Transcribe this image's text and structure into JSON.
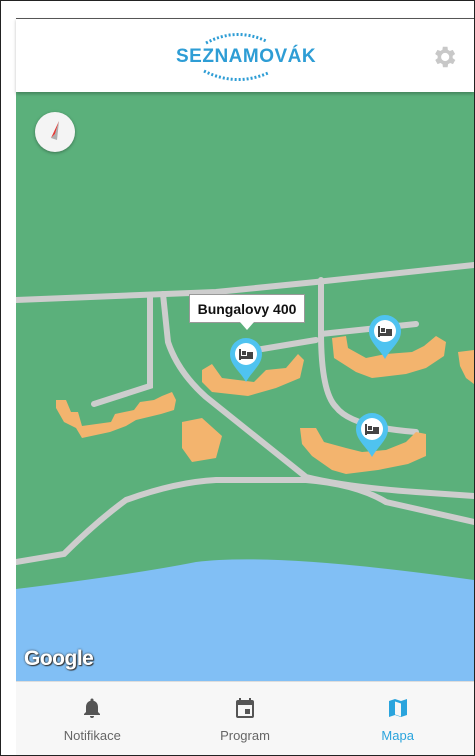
{
  "header": {
    "logo_text": "SEZNAMOVÁK",
    "logo_icon": "seznamovak-logo",
    "settings_icon": "gear-icon"
  },
  "map": {
    "compass_icon": "compass-icon",
    "tooltip_label": "Bungalovy 400",
    "pins": [
      {
        "icon": "bed-icon",
        "selected": true
      },
      {
        "icon": "bed-icon"
      },
      {
        "icon": "bed-icon"
      }
    ],
    "attribution": "Google",
    "colors": {
      "land": "#5bb07b",
      "water": "#81bff5",
      "road": "#cdcdcd",
      "building": "#f3b46e",
      "pin": "#4fc3f0"
    }
  },
  "tabs": [
    {
      "label": "Notifikace",
      "icon": "bell-icon",
      "active": false
    },
    {
      "label": "Program",
      "icon": "calendar-icon",
      "active": false
    },
    {
      "label": "Mapa",
      "icon": "map-icon",
      "active": true
    }
  ]
}
